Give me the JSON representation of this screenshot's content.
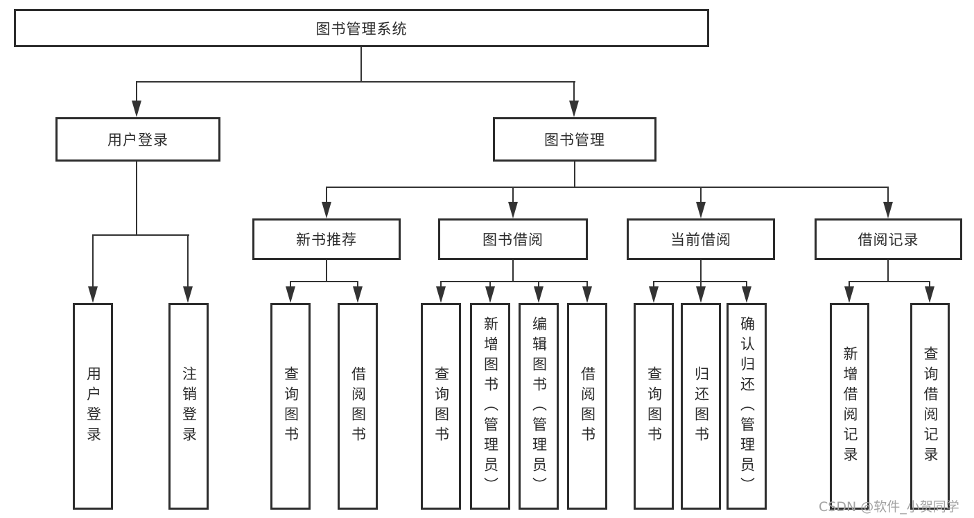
{
  "colors": {
    "background": "#ffffff",
    "line": "#333333",
    "border": "#2d2d2d",
    "text": "#2b2b2b",
    "watermark": "#a3a3a3"
  },
  "watermark": {
    "text": "CSDN @软件_小贺同学"
  },
  "diagram": {
    "title": "图书管理系统",
    "branches": [
      {
        "label": "用户登录",
        "children": [
          {
            "label": "用户登录"
          },
          {
            "label": "注销登录"
          }
        ]
      },
      {
        "label": "图书管理",
        "children": [
          {
            "label": "新书推荐",
            "children": [
              {
                "label": "查询图书"
              },
              {
                "label": "借阅图书"
              }
            ]
          },
          {
            "label": "图书借阅",
            "children": [
              {
                "label": "查询图书"
              },
              {
                "label": "新增图书（管理员）"
              },
              {
                "label": "编辑图书（管理员）"
              },
              {
                "label": "借阅图书"
              }
            ]
          },
          {
            "label": "当前借阅",
            "children": [
              {
                "label": "查询图书"
              },
              {
                "label": "归还图书"
              },
              {
                "label": "确认归还（管理员）"
              }
            ]
          },
          {
            "label": "借阅记录",
            "children": [
              {
                "label": "新增借阅记录"
              },
              {
                "label": "查询借阅记录"
              }
            ]
          }
        ]
      }
    ]
  }
}
